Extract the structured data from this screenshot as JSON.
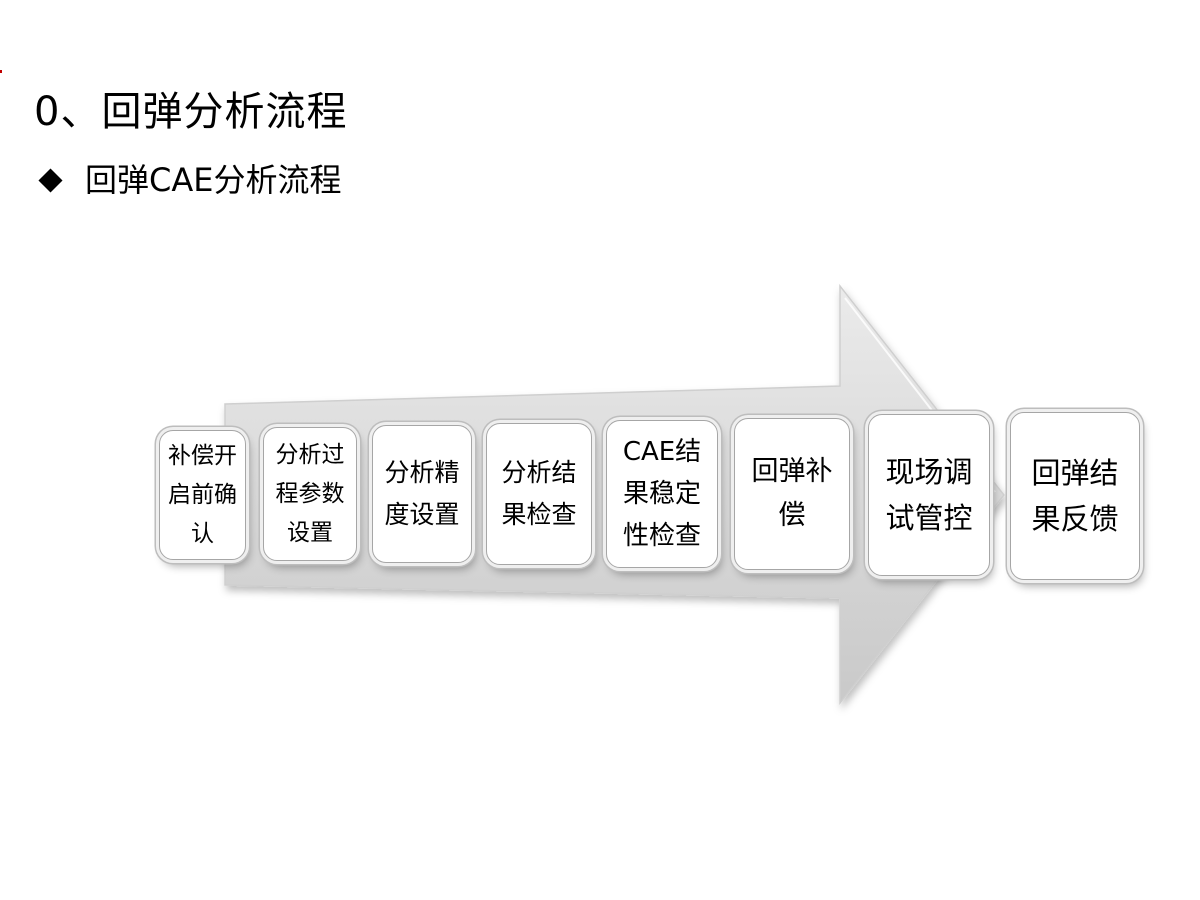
{
  "title": "0、回弹分析流程",
  "subtitle": {
    "bullet_icon": "diamond-bullet-icon",
    "text": "回弹CAE分析流程"
  },
  "flow": {
    "arrow_icon": "large-right-arrow-icon",
    "arrow_color": "#d9d9d9",
    "steps": [
      {
        "label": "补偿开\n启前确\n认"
      },
      {
        "label": "分析过\n程参数\n设置"
      },
      {
        "label": "分析精\n度设置"
      },
      {
        "label": "分析结\n果检查"
      },
      {
        "label": "CAE结\n果稳定\n性检查"
      },
      {
        "label": "回弹补\n偿"
      },
      {
        "label": "现场调\n试管控"
      },
      {
        "label": "回弹结\n果反馈"
      }
    ]
  }
}
